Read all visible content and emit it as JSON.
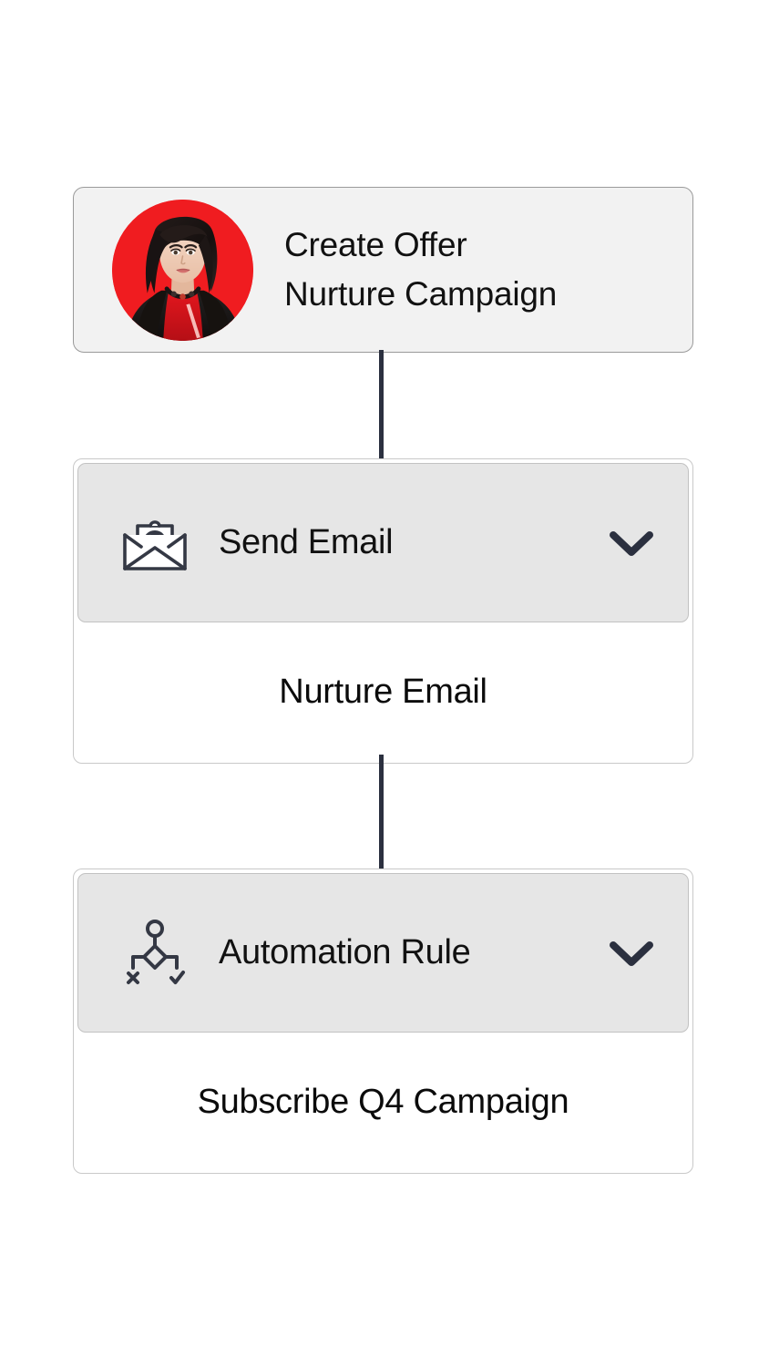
{
  "canvas": {
    "background": "#ffffff",
    "connector_color": "#2b303f"
  },
  "flow": {
    "trigger": {
      "name": "create-offer-node",
      "avatar_icon": "person-photo-avatar",
      "avatar_background": "#f01c20",
      "title_line1": "Create Offer",
      "title_line2": "Nurture Campaign",
      "background": "#f2f2f2"
    },
    "steps": [
      {
        "name": "send-email-node",
        "icon": "email-envelope-at-icon",
        "header_label": "Send Email",
        "expand_icon": "chevron-down-icon",
        "body_label": "Nurture Email",
        "header_background": "#e6e6e6",
        "body_background": "#ffffff"
      },
      {
        "name": "automation-rule-node",
        "icon": "automation-rule-flow-icon",
        "header_label": "Automation Rule",
        "expand_icon": "chevron-down-icon",
        "body_label": "Subscribe Q4 Campaign",
        "header_background": "#e6e6e6",
        "body_background": "#ffffff"
      }
    ],
    "connectors": [
      {
        "name": "connector-trigger-to-email",
        "from": "create-offer-node",
        "to": "send-email-node"
      },
      {
        "name": "connector-email-to-rule",
        "from": "send-email-node",
        "to": "automation-rule-node"
      }
    ]
  }
}
